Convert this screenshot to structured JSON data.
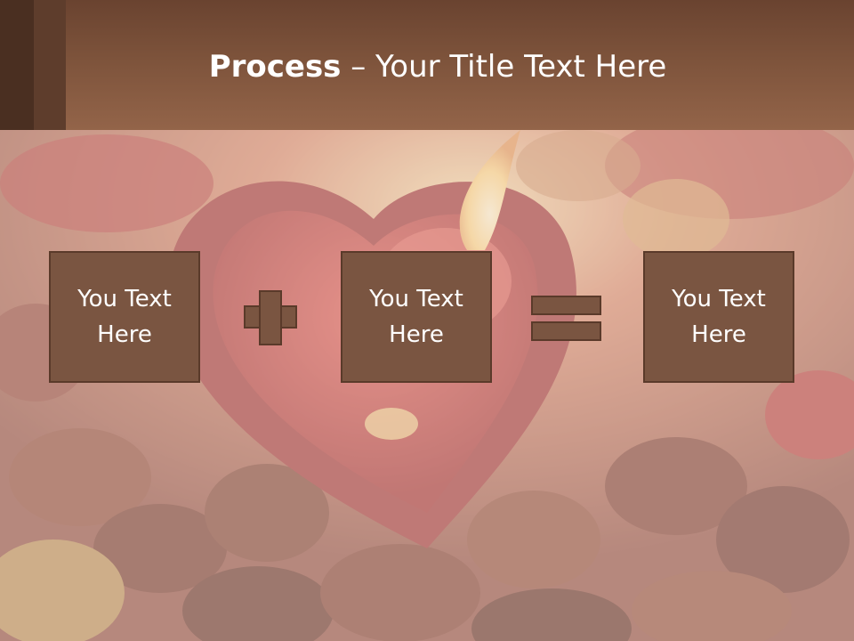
{
  "slide": {
    "title_bold": "Process",
    "title_rest": " – Your Title Text Here",
    "boxes": [
      {
        "text": "You Text Here"
      },
      {
        "text": "You Text Here"
      },
      {
        "text": "You Text Here"
      }
    ],
    "operators": [
      "plus-icon",
      "equals-icon"
    ]
  },
  "colors": {
    "header": "#7d533b",
    "box_fill": "#7a5541",
    "box_border": "#5a3a2a",
    "text": "#ffffff"
  }
}
